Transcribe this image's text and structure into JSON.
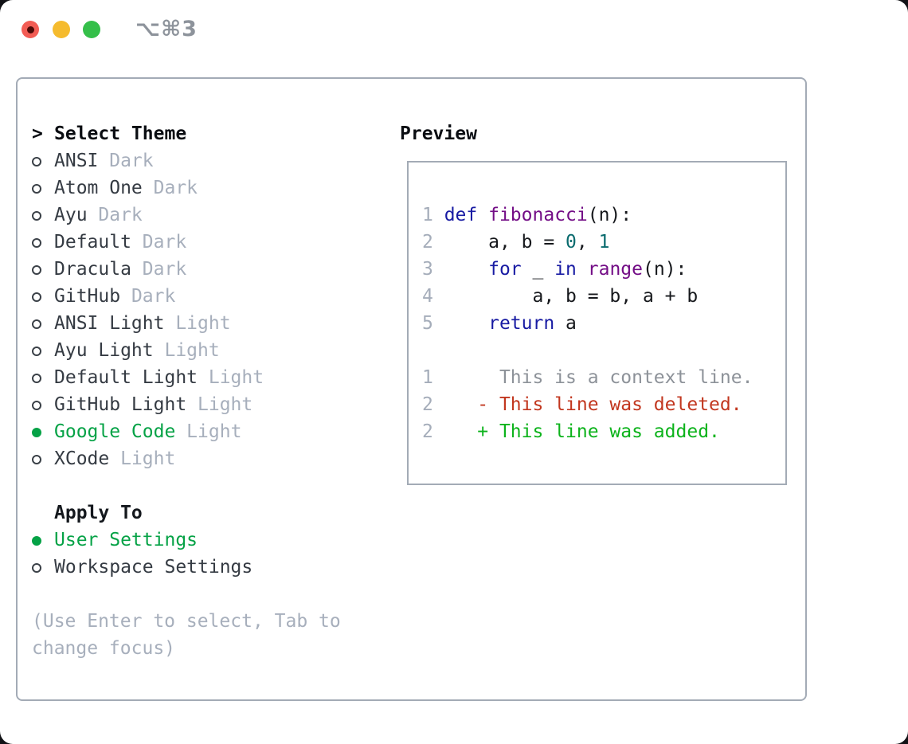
{
  "window": {
    "shortcut_label": "⌥⌘3",
    "traffic_lights": [
      {
        "name": "close"
      },
      {
        "name": "minimize"
      },
      {
        "name": "zoom"
      }
    ]
  },
  "theme_panel": {
    "cursor_marker": ">",
    "title": "Select Theme",
    "items": [
      {
        "name": "ANSI",
        "variant": "Dark",
        "selected": false
      },
      {
        "name": "Atom One",
        "variant": "Dark",
        "selected": false
      },
      {
        "name": "Ayu",
        "variant": "Dark",
        "selected": false
      },
      {
        "name": "Default",
        "variant": "Dark",
        "selected": false
      },
      {
        "name": "Dracula",
        "variant": "Dark",
        "selected": false
      },
      {
        "name": "GitHub",
        "variant": "Dark",
        "selected": false
      },
      {
        "name": "ANSI Light",
        "variant": "Light",
        "selected": false
      },
      {
        "name": "Ayu Light",
        "variant": "Light",
        "selected": false
      },
      {
        "name": "Default Light",
        "variant": "Light",
        "selected": false
      },
      {
        "name": "GitHub Light",
        "variant": "Light",
        "selected": false
      },
      {
        "name": "Google Code",
        "variant": "Light",
        "selected": true
      },
      {
        "name": "XCode",
        "variant": "Light",
        "selected": false
      }
    ],
    "apply_to": {
      "title": "Apply To",
      "options": [
        {
          "label": "User Settings",
          "selected": true
        },
        {
          "label": "Workspace Settings",
          "selected": false
        }
      ]
    },
    "hint": "(Use Enter to select, Tab to change focus)"
  },
  "preview": {
    "title": "Preview",
    "code_lines": [
      {
        "num": "1",
        "segments": [
          {
            "t": "def",
            "c": "kw"
          },
          {
            "t": " ",
            "c": "pln"
          },
          {
            "t": "fibonacci",
            "c": "fn"
          },
          {
            "t": "(n):",
            "c": "pln"
          }
        ]
      },
      {
        "num": "2",
        "segments": [
          {
            "t": "    a, b = ",
            "c": "pln"
          },
          {
            "t": "0",
            "c": "num"
          },
          {
            "t": ", ",
            "c": "pln"
          },
          {
            "t": "1",
            "c": "num"
          }
        ]
      },
      {
        "num": "3",
        "segments": [
          {
            "t": "    ",
            "c": "pln"
          },
          {
            "t": "for",
            "c": "kw"
          },
          {
            "t": " _ ",
            "c": "pln"
          },
          {
            "t": "in",
            "c": "kw"
          },
          {
            "t": " ",
            "c": "pln"
          },
          {
            "t": "range",
            "c": "fn"
          },
          {
            "t": "(n):",
            "c": "pln"
          }
        ]
      },
      {
        "num": "4",
        "segments": [
          {
            "t": "        a, b = b, a + b",
            "c": "pln"
          }
        ]
      },
      {
        "num": "5",
        "segments": [
          {
            "t": "    ",
            "c": "pln"
          },
          {
            "t": "return",
            "c": "kw"
          },
          {
            "t": " a",
            "c": "pln"
          }
        ]
      },
      {
        "num": "",
        "segments": []
      },
      {
        "num": "1",
        "segments": [
          {
            "t": "     This is a context line.",
            "c": "ctx"
          }
        ]
      },
      {
        "num": "2",
        "segments": [
          {
            "t": "   ",
            "c": "pln"
          },
          {
            "t": "- This line was deleted.",
            "c": "del"
          }
        ]
      },
      {
        "num": "2",
        "segments": [
          {
            "t": "   ",
            "c": "pln"
          },
          {
            "t": "+ This line was added.",
            "c": "add"
          }
        ]
      }
    ]
  },
  "colors": {
    "selection_green": "#05a246",
    "added_green": "#0db31c",
    "deleted_red": "#c2371f",
    "keyword_blue": "#181ba3",
    "function_purple": "#730d86",
    "number_teal": "#0a6b6e",
    "muted_gray": "#a7afbc",
    "context_gray": "#8d9299",
    "border_gray": "#a3abb6",
    "traffic_red": "#f25c54",
    "traffic_yellow": "#f5bb2e",
    "traffic_green": "#35bf4a"
  }
}
